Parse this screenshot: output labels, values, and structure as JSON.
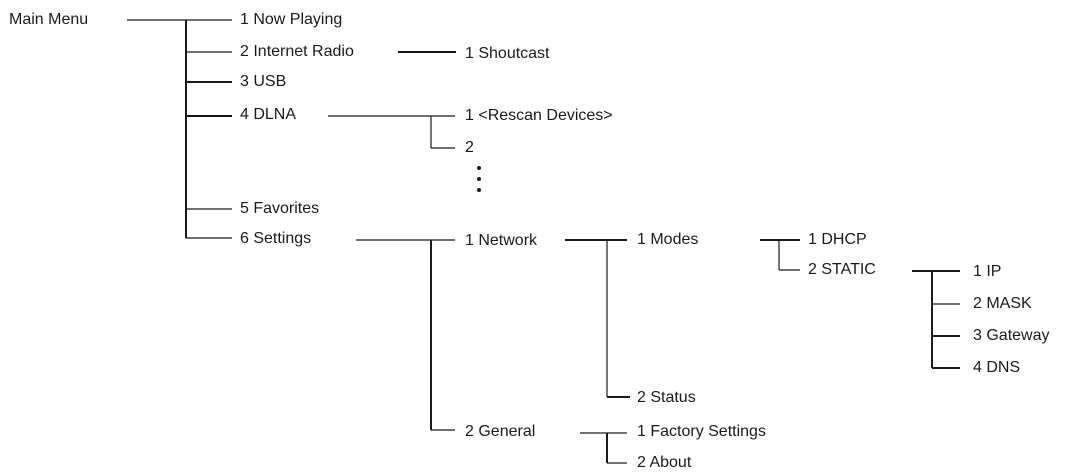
{
  "menu": {
    "root": "Main Menu",
    "now_playing": "1 Now Playing",
    "internet_radio": "2 Internet Radio",
    "shoutcast": "1 Shoutcast",
    "usb": "3 USB",
    "dlna": "4 DLNA",
    "rescan_devices": "1 <Rescan Devices>",
    "dlna_device_2": "2",
    "favorites": "5 Favorites",
    "settings": "6 Settings",
    "network": "1 Network",
    "modes": "1 Modes",
    "dhcp": "1 DHCP",
    "static": "2 STATIC",
    "ip": "1 IP",
    "mask": "2 MASK",
    "gateway": "3 Gateway",
    "dns": "4 DNS",
    "status": "2 Status",
    "general": "2 General",
    "factory_settings": "1 Factory Settings",
    "about": "2 About"
  },
  "colors": {
    "line": "#1a1a1a",
    "text": "#1a1a1a"
  }
}
